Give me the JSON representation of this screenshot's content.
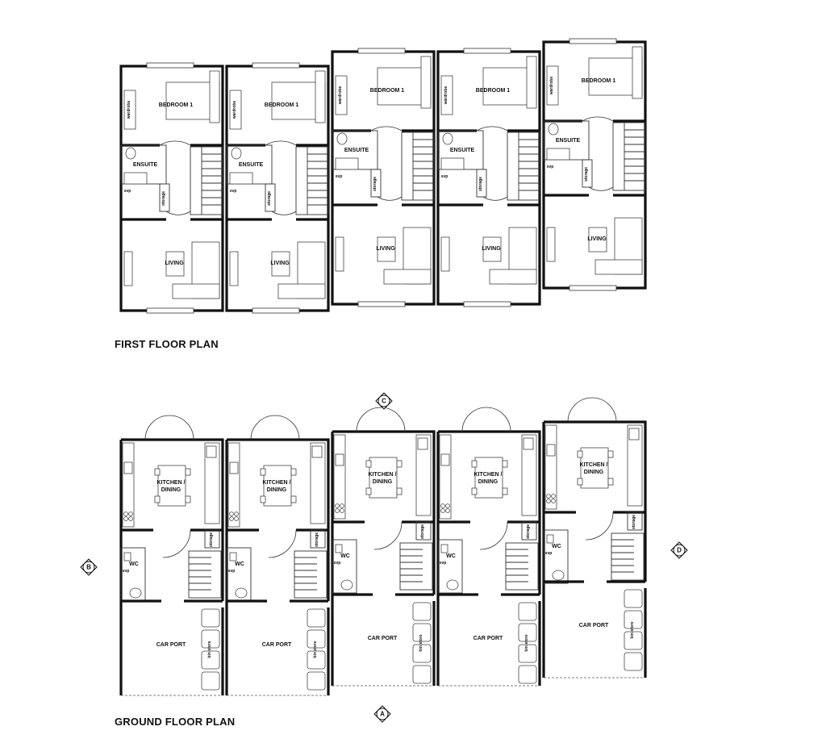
{
  "headings": {
    "first_floor": "FIRST FLOOR PLAN",
    "ground_floor": "GROUND FLOOR PLAN"
  },
  "first_floor_labels": {
    "bedroom": "BEDROOM 1",
    "wardrobe": "wardrobe",
    "ensuite": "ENSUITE",
    "storage": "storage",
    "svp": "svp",
    "living": "LIVING"
  },
  "ground_floor_labels": {
    "kitchen_line1": "KITCHEN /",
    "kitchen_line2": "DINING",
    "wc": "WC",
    "svp": "svp",
    "storage": "storage",
    "car_port": "CAR PORT",
    "bin_store": "bin store"
  },
  "section_markers": [
    "A",
    "B",
    "C",
    "D"
  ],
  "unit_count": 5
}
